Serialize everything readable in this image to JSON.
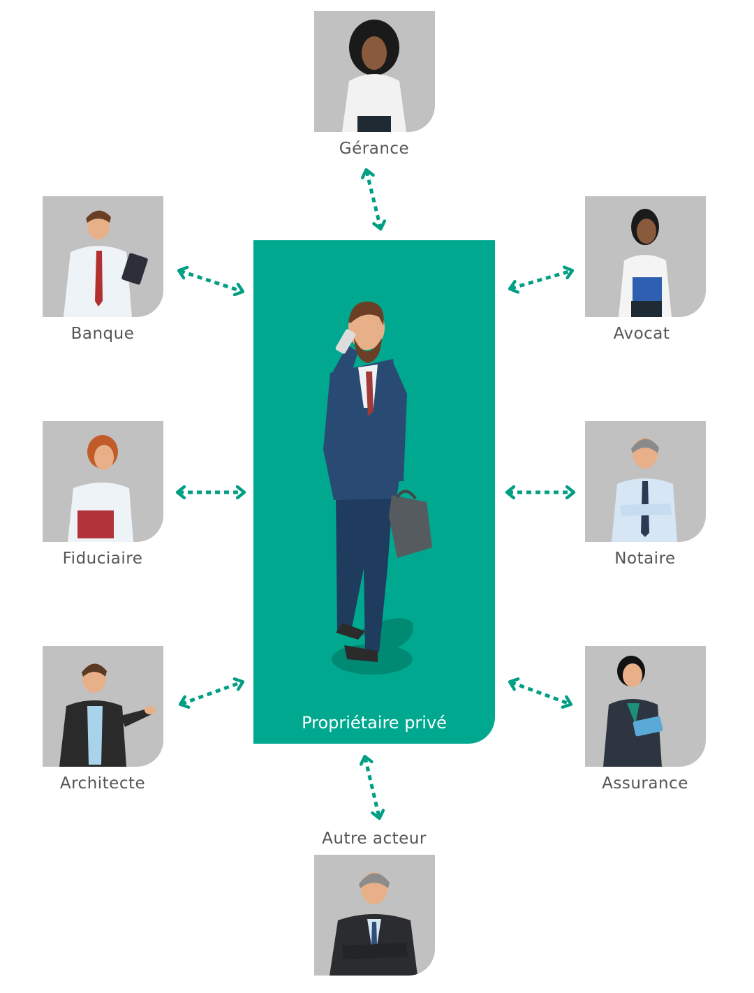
{
  "center": {
    "label": "Propriétaire privé"
  },
  "actors": {
    "gerance": "Gérance",
    "banque": "Banque",
    "avocat": "Avocat",
    "fiduciaire": "Fiduciaire",
    "notaire": "Notaire",
    "architecte": "Architecte",
    "assurance": "Assurance",
    "autre": "Autre acteur"
  },
  "colors": {
    "accent": "#00a88f",
    "arrow": "#009e82",
    "tile": "#c1c1c1",
    "label": "#555555"
  }
}
